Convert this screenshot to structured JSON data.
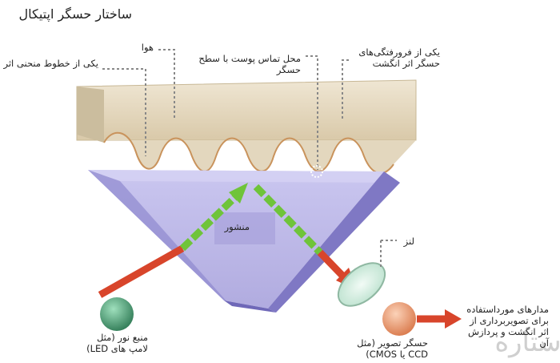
{
  "title": "ساختار حسگر اپتیکال",
  "labels": {
    "ridge_line": "یکی از خطوط منحنی اثر انگشت",
    "air": "هوا",
    "skin_contact": "محل تماس پوست با سطح حسگر",
    "valley": "یکی از فرورفتگی‌های حسگر اثر انگشت",
    "prism": "منشور",
    "lens": "لنز",
    "light_source": "منبع نور (مثل لامپ های LED)",
    "image_sensor": "حسگر تصویر (مثل CCD یا CMOS)",
    "processing": "مدارهای مورداستفاده برای تصویربرداری از اثر انگشت و پردازش آن"
  },
  "watermark": "ستاره",
  "colors": {
    "red_arrow": "#d8452b",
    "green_arrow": "#6fc43a",
    "prism": "#b8b3e6",
    "finger": "#e0d3b8",
    "led": "#3f8f6a",
    "sensor": "#e9956a"
  }
}
